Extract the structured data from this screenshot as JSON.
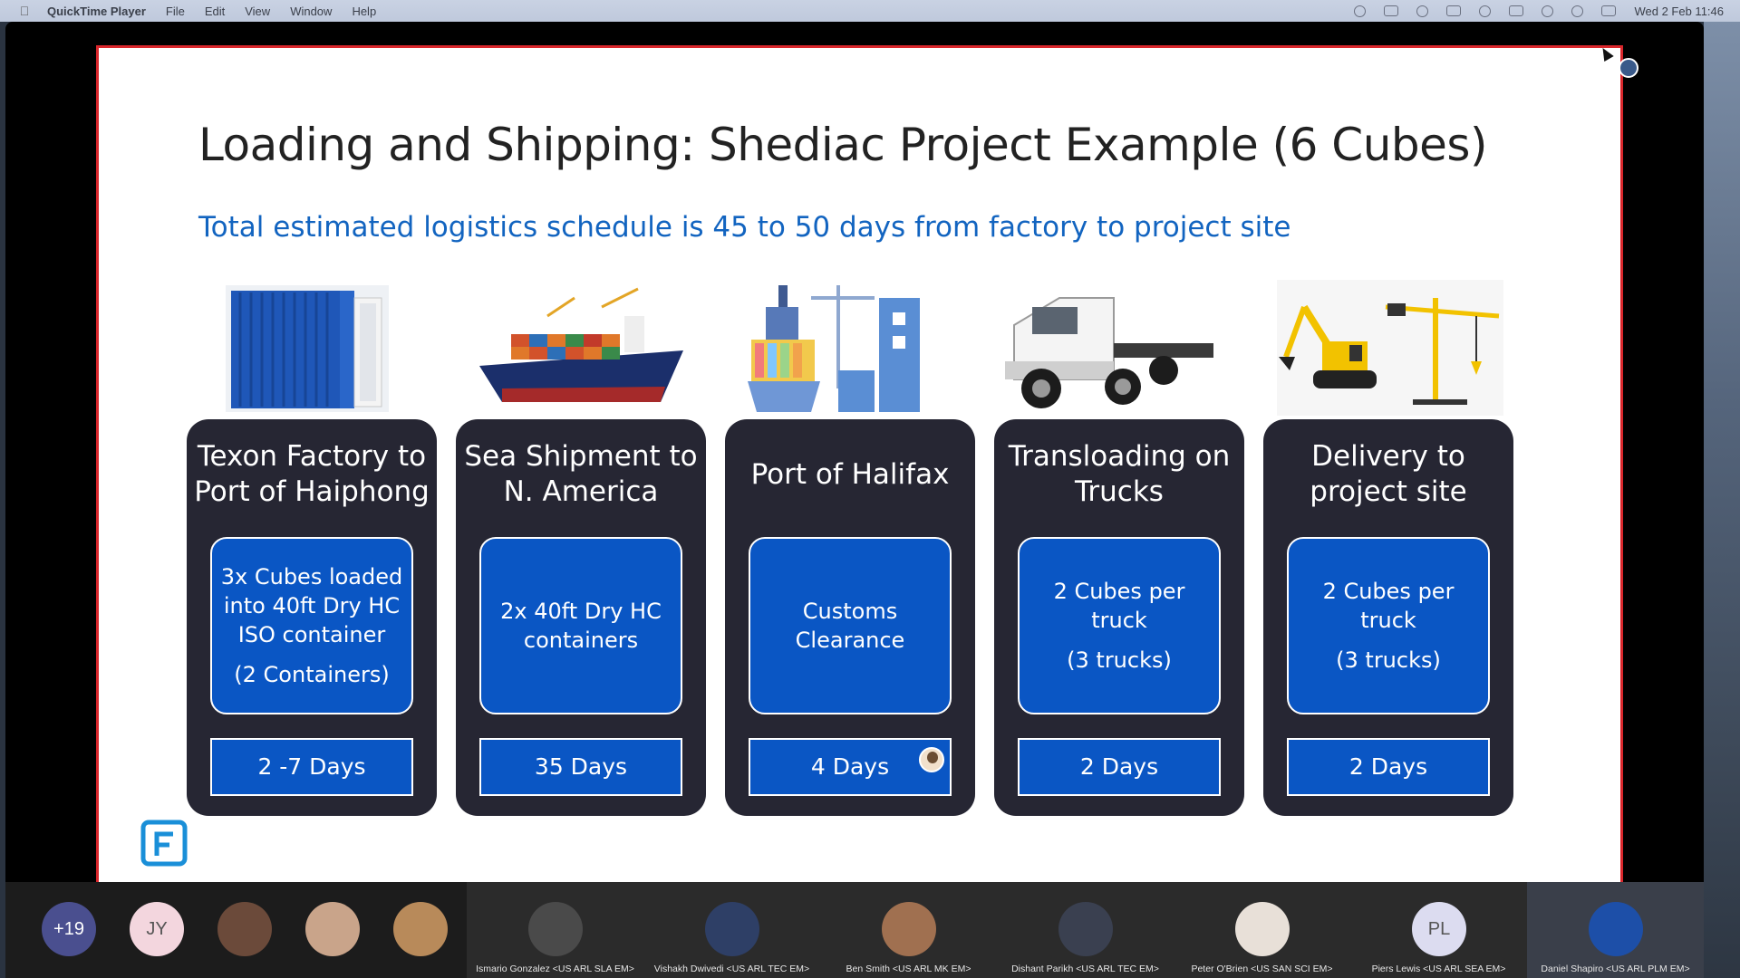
{
  "menubar": {
    "app_name": "QuickTime Player",
    "menus": [
      "File",
      "Edit",
      "View",
      "Window",
      "Help"
    ],
    "datetime": "Wed 2 Feb  11:46"
  },
  "slide": {
    "title": "Loading and Shipping: Shediac Project Example (6 Cubes)",
    "subtitle": "Total estimated logistics schedule is 45 to 50 days from factory to project site",
    "stages": [
      {
        "title": "Texon Factory to Port of Haiphong",
        "detail": "3x Cubes loaded into 40ft Dry HC ISO container",
        "detail_extra": "(2 Containers)",
        "duration": "2 -7 Days",
        "image_icon": "shipping-container-icon"
      },
      {
        "title": "Sea Shipment to N. America",
        "detail": "2x 40ft Dry HC containers",
        "detail_extra": "",
        "duration": "35 Days",
        "image_icon": "cargo-ship-icon"
      },
      {
        "title": "Port of Halifax",
        "detail": "Customs Clearance",
        "detail_extra": "",
        "duration": "4 Days",
        "image_icon": "port-terminal-icon"
      },
      {
        "title": "Transloading on Trucks",
        "detail": "2 Cubes per truck",
        "detail_extra": "(3 trucks)",
        "duration": "2 Days",
        "image_icon": "flatbed-truck-icon"
      },
      {
        "title": "Delivery to project site",
        "detail": "2 Cubes per truck",
        "detail_extra": "(3 trucks)",
        "duration": "2 Days",
        "image_icon": "excavator-crane-icon"
      }
    ]
  },
  "participants": {
    "overflow_count": "+19",
    "initials_tiles": [
      "JY"
    ],
    "named": [
      {
        "name": "Ismario Gonzalez <US ARL SLA EM>"
      },
      {
        "name": "Vishakh Dwivedi <US ARL TEC EM>"
      },
      {
        "name": "Ben Smith <US ARL MK EM>"
      },
      {
        "name": "Dishant Parikh <US ARL TEC EM>"
      },
      {
        "name": "Peter O'Brien <US SAN SCI EM>"
      },
      {
        "name": "Piers Lewis <US ARL SEA EM>",
        "initials": "PL"
      },
      {
        "name": "Daniel Shapiro <US ARL PLM EM>"
      }
    ]
  },
  "colors": {
    "accent_blue": "#0a56c4",
    "subtitle_blue": "#1264c0",
    "card_dark": "#262633",
    "share_border": "#d9262b"
  }
}
